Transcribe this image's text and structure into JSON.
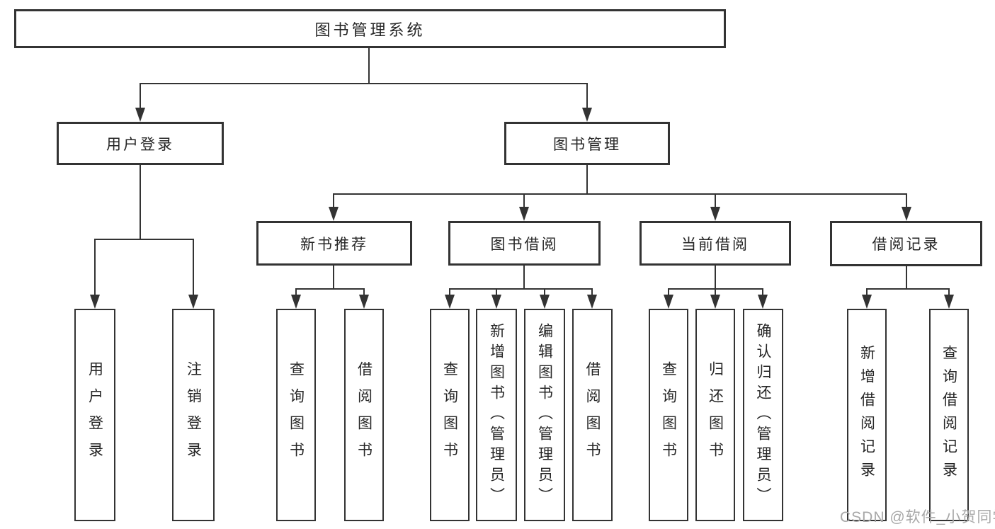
{
  "diagram": {
    "root": {
      "label": "图书管理系统"
    },
    "level1": [
      {
        "label": "用户登录",
        "parent": "图书管理系统"
      },
      {
        "label": "图书管理",
        "parent": "图书管理系统"
      }
    ],
    "level2": [
      {
        "label": "新书推荐",
        "parent": "图书管理"
      },
      {
        "label": "图书借阅",
        "parent": "图书管理"
      },
      {
        "label": "当前借阅",
        "parent": "图书管理"
      },
      {
        "label": "借阅记录",
        "parent": "图书管理"
      }
    ],
    "leaves": [
      {
        "label": "用户登录",
        "parent": "用户登录"
      },
      {
        "label": "注销登录",
        "parent": "用户登录"
      },
      {
        "label": "查询图书",
        "parent": "新书推荐"
      },
      {
        "label": "借阅图书",
        "parent": "新书推荐"
      },
      {
        "label": "查询图书",
        "parent": "图书借阅"
      },
      {
        "label": "新增图书（管理员）",
        "parent": "图书借阅"
      },
      {
        "label": "编辑图书（管理员）",
        "parent": "图书借阅"
      },
      {
        "label": "借阅图书",
        "parent": "图书借阅"
      },
      {
        "label": "查询图书",
        "parent": "当前借阅"
      },
      {
        "label": "归还图书",
        "parent": "当前借阅"
      },
      {
        "label": "确认归还（管理员）",
        "parent": "当前借阅"
      },
      {
        "label": "新增借阅记录",
        "parent": "借阅记录"
      },
      {
        "label": "查询借阅记录",
        "parent": "借阅记录"
      }
    ]
  },
  "watermark": {
    "text": "CSDN @软件_小贺同学",
    "color": "#a8a8a8"
  },
  "colors": {
    "line": "#333333",
    "box_border": "#333333",
    "text": "#262626",
    "background": "#ffffff"
  }
}
